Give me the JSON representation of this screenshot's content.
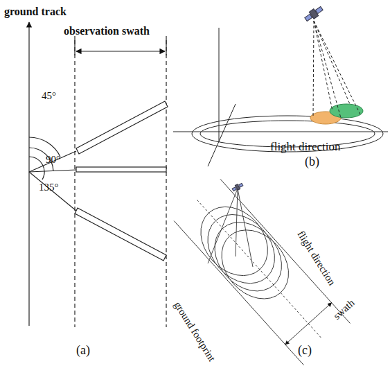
{
  "diagram": {
    "labels": [
      "ground track",
      "observation swath",
      "45°",
      "90°",
      "135°",
      "flight direction",
      "(b)",
      "flight direction",
      "ground footprint",
      "swath",
      "(a)",
      "(c)"
    ]
  }
}
